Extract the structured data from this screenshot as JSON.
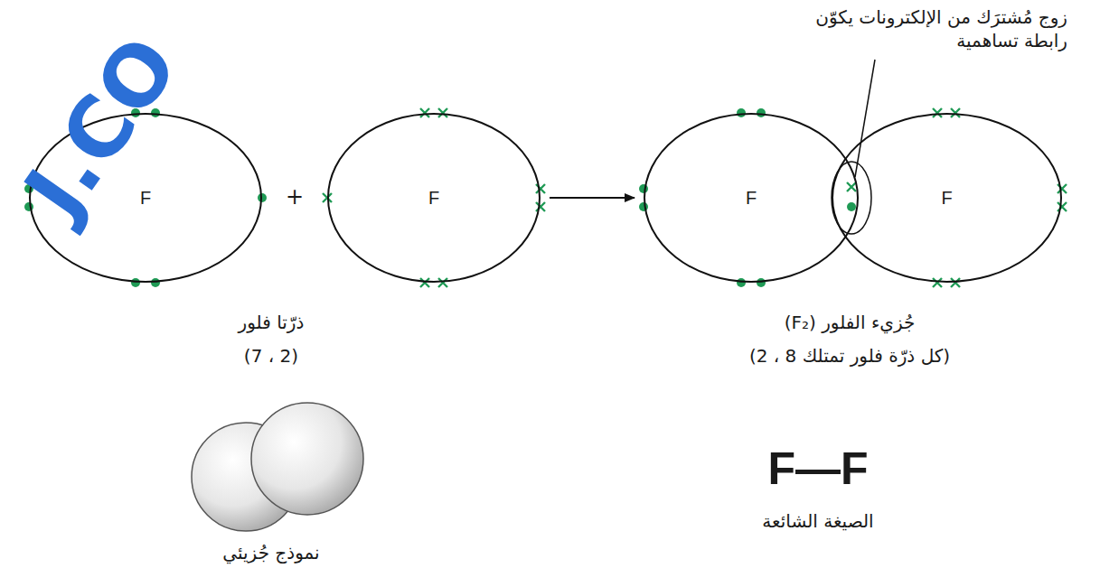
{
  "diagram": {
    "nodes": [
      {
        "text": [
          "F"
        ]
      },
      {
        "text": [
          "F"
        ]
      },
      {
        "text": [
          "F"
        ]
      },
      {
        "text": [
          "F"
        ]
      }
    ],
    "edges": [
      {
        "from": 1,
        "to": 2,
        "arrow": "to"
      }
    ],
    "labels": [
      "J.CO",
      "+",
      "زوج مُشترَك من الإلكترونات يكوّن رابطة تساهمية",
      "ذرّتا فلور",
      "(2 ، 7)",
      "جُزيء الفلور (F₂)",
      "(كل ذرّة فلور تمتلك 8 ، 2)",
      "نموذج جُزيئي",
      "F—F",
      "الصيغة الشائعة"
    ]
  }
}
